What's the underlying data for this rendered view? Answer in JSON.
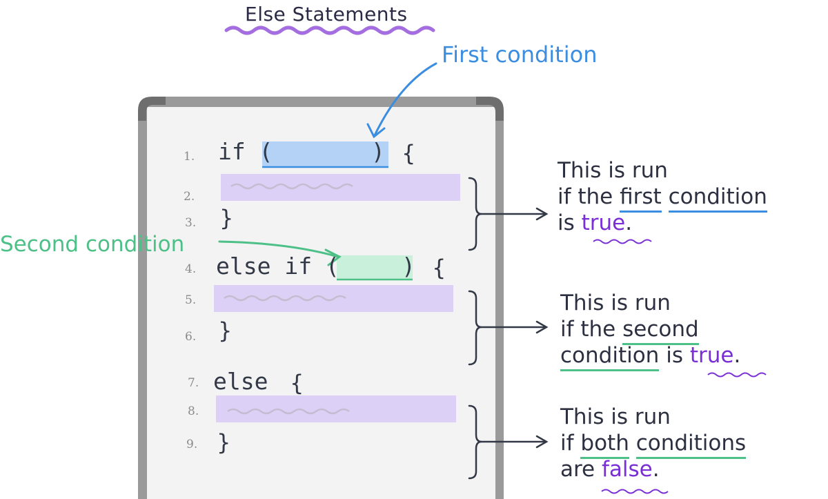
{
  "title": "Else Statements",
  "labels": {
    "first_condition": "First condition",
    "second_condition": "Second condition"
  },
  "code_lines": [
    {
      "num": "1.",
      "text": "if (",
      "close": ")",
      "brace": "{"
    },
    {
      "num": "2."
    },
    {
      "num": "3.",
      "brace": "}"
    },
    {
      "num": "4.",
      "text": "else if (",
      "close": ")",
      "brace": "{"
    },
    {
      "num": "5."
    },
    {
      "num": "6.",
      "brace": "}"
    },
    {
      "num": "7.",
      "text": "else",
      "brace": "{"
    },
    {
      "num": "8."
    },
    {
      "num": "9.",
      "brace": "}"
    }
  ],
  "notes": {
    "first": {
      "line1": "This is run",
      "line2_a": "if the",
      "line2_b": "first",
      "line2_c": "condition",
      "line3_a": "is",
      "line3_b": "true",
      "line3_c": "."
    },
    "second": {
      "line1": "This is run",
      "line2_a": "if the",
      "line2_b": "second",
      "line3_a": "condition",
      "line3_b": "is",
      "line3_c": "true",
      "line3_d": "."
    },
    "third": {
      "line1": "This is run",
      "line2_a": "if",
      "line2_b": "both",
      "line2_c": "conditions",
      "line3_a": "are",
      "line3_b": "false",
      "line3_c": "."
    }
  },
  "colors": {
    "first_condition": "#3b8de0",
    "second_condition": "#4cc087",
    "keyword": "#7a2fd6",
    "code_block_fill": "#ddd0f7",
    "title_underline": "#a46ee0"
  }
}
